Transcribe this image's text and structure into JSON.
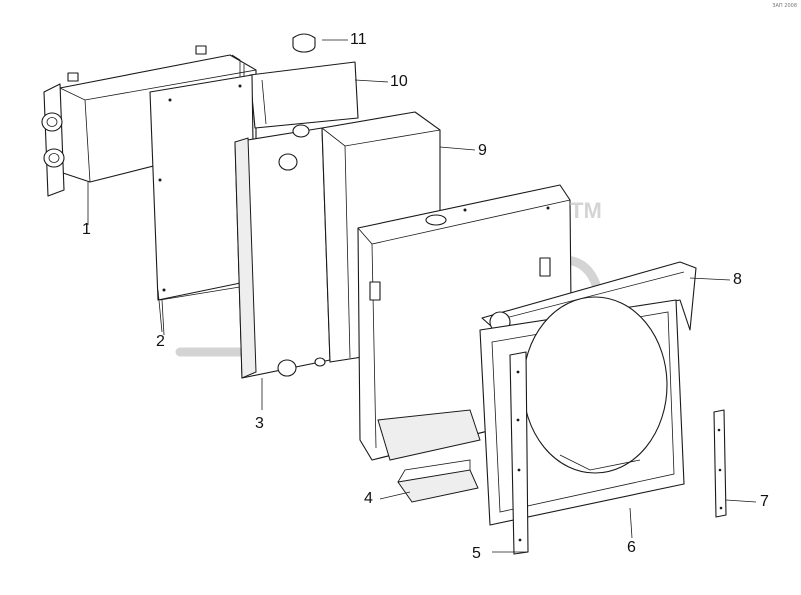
{
  "watermark": {
    "trademark": "TM",
    "color": "#cfcfcf"
  },
  "corner_text": "ЗАП 2008",
  "parts": [
    {
      "id": "radiator-core",
      "callout": "1"
    },
    {
      "id": "side-plate-left",
      "callout": "2"
    },
    {
      "id": "intercooler-tank",
      "callout": "3"
    },
    {
      "id": "bottom-plate",
      "callout": "4"
    },
    {
      "id": "side-bracket-front",
      "callout": "5"
    },
    {
      "id": "fan-shroud",
      "callout": "6"
    },
    {
      "id": "side-bracket-right",
      "callout": "7"
    },
    {
      "id": "shroud-top-rail",
      "callout": "8"
    },
    {
      "id": "top-cover",
      "callout": "9"
    },
    {
      "id": "back-plate",
      "callout": "10"
    },
    {
      "id": "filler-cap",
      "callout": "11"
    }
  ]
}
